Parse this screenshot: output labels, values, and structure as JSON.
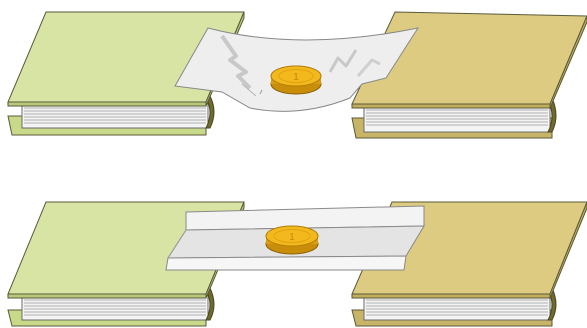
{
  "colors": {
    "green_cover": "#d8e4a4",
    "green_cover_dark": "#b7c97a",
    "tan_cover": "#dccb80",
    "tan_cover_dark": "#c2ad5c",
    "outline": "#5a5a3a",
    "page_fill": "#f4f4f4",
    "page_line": "#8a8a8a",
    "paper": "#efefef",
    "paper_edge": "#888888",
    "coin_gold": "#f2b81c",
    "coin_edge": "#c98d0a"
  },
  "scenes": [
    {
      "name": "folded-paper-bridge",
      "coin_mark": "1"
    },
    {
      "name": "flat-paper-bridge",
      "coin_mark": "1"
    }
  ]
}
